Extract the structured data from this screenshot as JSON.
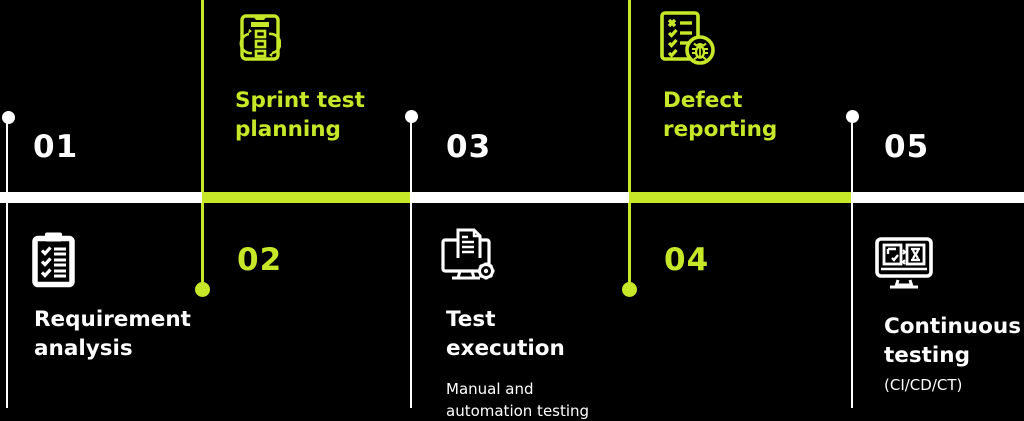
{
  "colors": {
    "background": "#000000",
    "accent_green": "#c6e828",
    "text_white": "#ffffff"
  },
  "timeline": {
    "orientation": "horizontal",
    "bar_segments": [
      "white",
      "accent",
      "white",
      "accent",
      "white"
    ]
  },
  "steps": [
    {
      "number": "01",
      "label": "Requirement analysis",
      "sublabel": "",
      "icon": "clipboard-checklist-icon",
      "color": "white",
      "content_position": "below-bar"
    },
    {
      "number": "02",
      "label": "Sprint test planning",
      "sublabel": "",
      "icon": "clipboard-flowchart-icon",
      "color": "accent",
      "content_position": "above-bar"
    },
    {
      "number": "03",
      "label": "Test execution",
      "sublabel": "Manual and automation testing",
      "icon": "monitor-document-gear-icon",
      "color": "white",
      "content_position": "below-bar"
    },
    {
      "number": "04",
      "label": "Defect reporting",
      "sublabel": "",
      "icon": "checklist-bug-magnifier-icon",
      "color": "accent",
      "content_position": "above-bar"
    },
    {
      "number": "05",
      "label": "Continuous testing",
      "sublabel": "(CI/CD/CT)",
      "icon": "monitor-code-sync-icon",
      "color": "white",
      "content_position": "below-bar"
    }
  ]
}
